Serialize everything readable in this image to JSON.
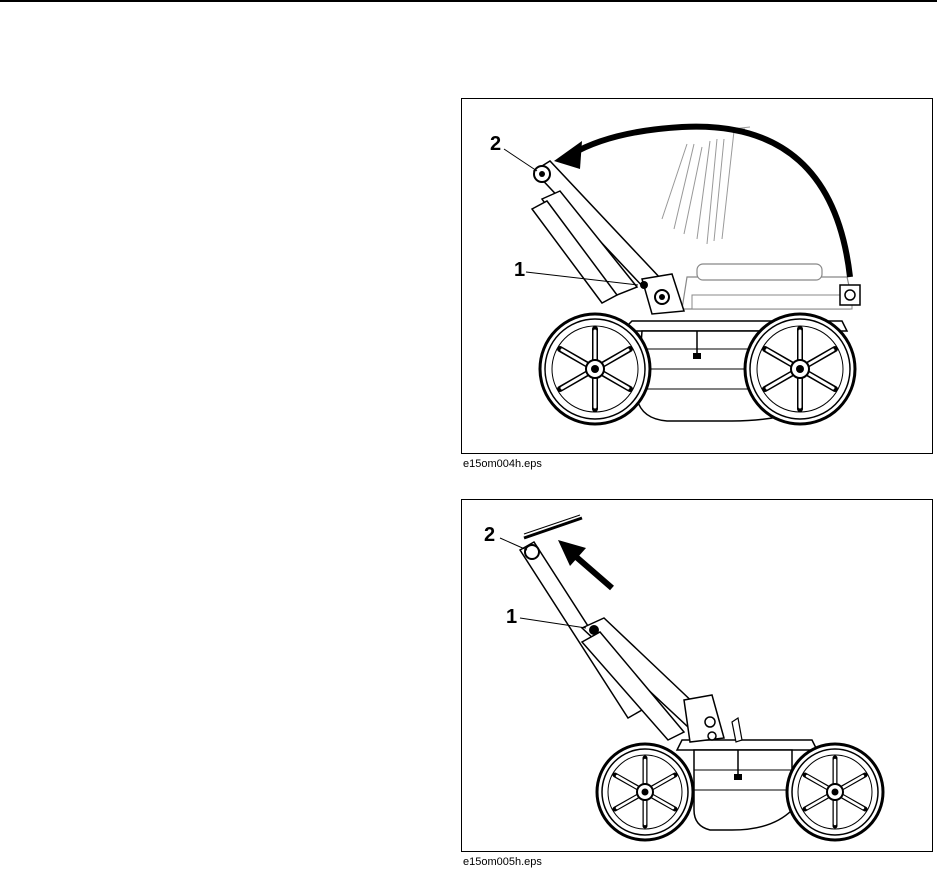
{
  "figures": [
    {
      "caption": "e15om004h.eps",
      "callouts": [
        "1",
        "2"
      ]
    },
    {
      "caption": "e15om005h.eps",
      "callouts": [
        "1",
        "2"
      ]
    }
  ]
}
